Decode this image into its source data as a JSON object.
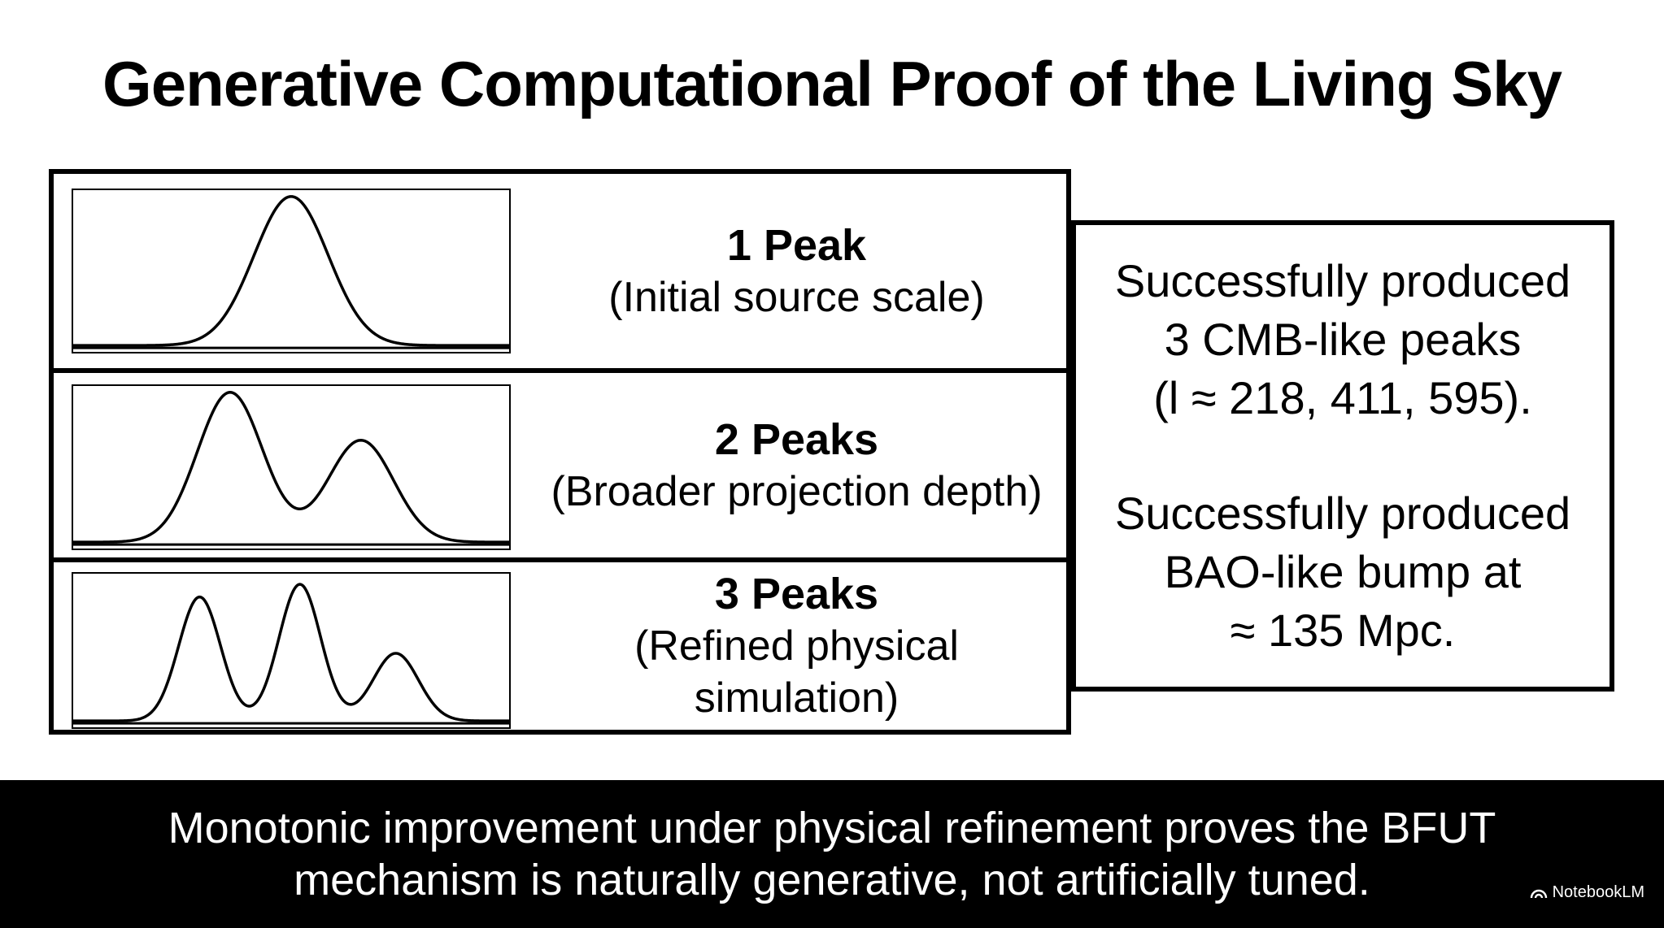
{
  "title": "Generative Computational Proof of the Living Sky",
  "rows": [
    {
      "title": "1 Peak",
      "subtitle": "(Initial source scale)",
      "curve": {
        "peaks": [
          {
            "center": 0.5,
            "height": 1.0,
            "width": 0.085
          }
        ]
      }
    },
    {
      "title": "2 Peaks",
      "subtitle": "(Broader projection depth)",
      "curve": {
        "peaks": [
          {
            "center": 0.36,
            "height": 1.0,
            "width": 0.075
          },
          {
            "center": 0.66,
            "height": 0.68,
            "width": 0.075
          }
        ]
      }
    },
    {
      "title": "3 Peaks",
      "subtitle": "(Refined physical simulation)",
      "curve": {
        "peaks": [
          {
            "center": 0.29,
            "height": 0.88,
            "width": 0.048
          },
          {
            "center": 0.52,
            "height": 0.97,
            "width": 0.048
          },
          {
            "center": 0.74,
            "height": 0.48,
            "width": 0.052
          }
        ]
      }
    }
  ],
  "results": {
    "cmb": "Successfully produced\n3 CMB-like peaks\n(l ≈ 218, 411, 595).",
    "bao": "Successfully produced\nBAO-like bump at\n≈ 135 Mpc."
  },
  "footer": "Monotonic improvement under physical refinement proves the BFUT\nmechanism is naturally generative, not artificially tuned.",
  "badge": "NotebookLM",
  "colors": {
    "footer_bg": "#000000",
    "line": "#000000"
  }
}
